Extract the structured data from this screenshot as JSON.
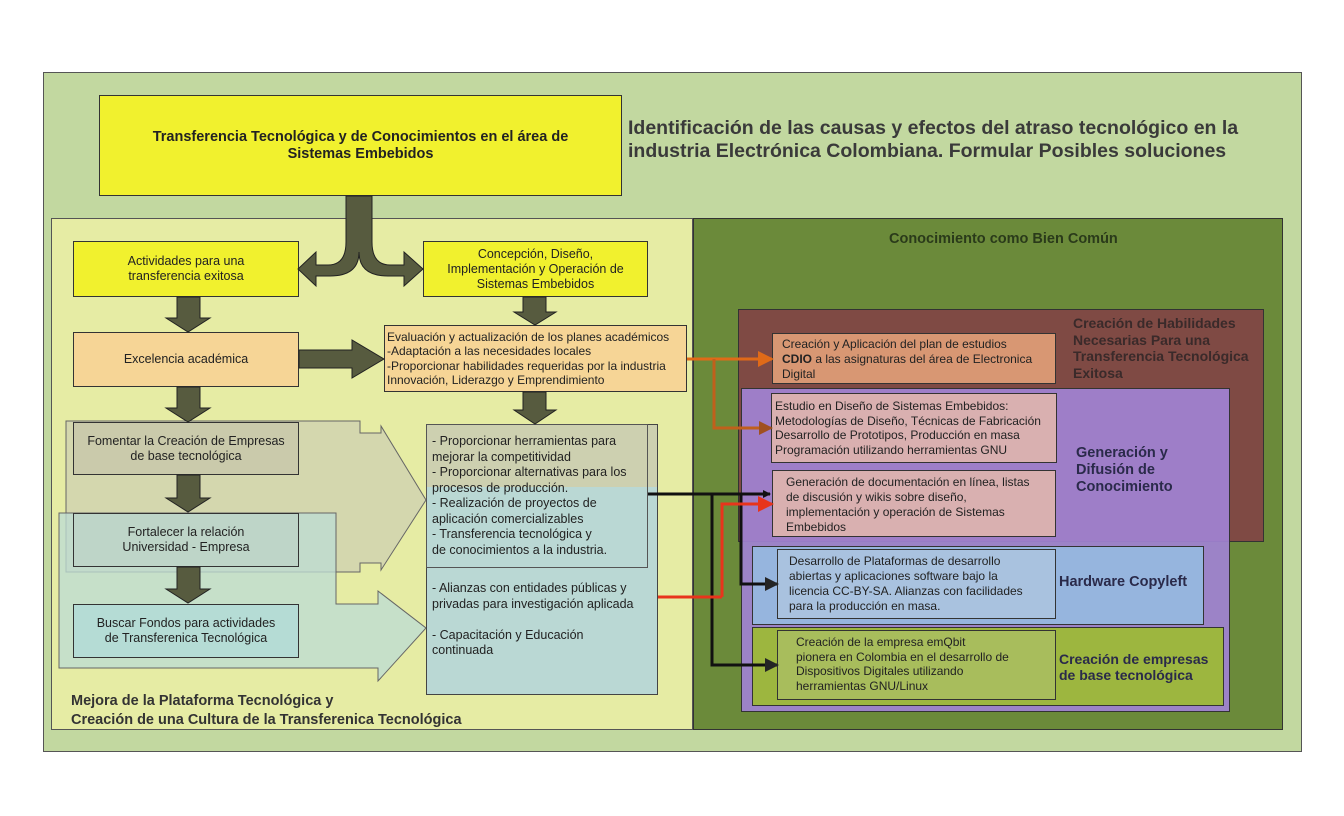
{
  "colors": {
    "outer_bg": "#c2d8a0",
    "left_panel_bg": "#e6eca4",
    "right_panel_bg": "#6b8a3a",
    "yellow_box": "#f1f12e",
    "peach_box": "#f6d596",
    "arrow_fill": "#575b3f",
    "red_orange_arrow": "#e8441c",
    "habilidades_bg": "#7f4a44",
    "generacion_bg": "#9a7ec6",
    "hardware_bg": "#96b5de",
    "empresas_bg": "#9db63f"
  },
  "main": {
    "top_box": "Transferencia Tecnológica y de Conocimientos en el área de\nSistemas Embebidos",
    "title": "Identificación de las causas y efectos del atraso tecnológico en la\nindustria Electrónica Colombiana. Formular Posibles soluciones"
  },
  "left_panel": {
    "actividades": "Actividades para una\ntransferencia exitosa",
    "concepcion": "Concepción, Diseño,\nImplementación y Operación de\nSistemas Embebidos",
    "excelencia": "Excelencia académica",
    "evaluacion": "Evaluación y actualización de los planes académicos\n  -Adaptación a las necesidades locales\n  -Proporcionar habilidades requeridas por la industria\n   Innovación, Liderazgo y Emprendimiento",
    "fomentar": "Fomentar la Creación de Empresas\nde base tecnológica",
    "fortalecer": "Fortalecer la relación\nUniversidad - Empresa",
    "buscar": "Buscar Fondos para actividades\nde Transferenica Tecnológica",
    "herramientas": "- Proporcionar herramientas para\n  mejorar la competitividad\n- Proporcionar alternativas para los\n  procesos de producción.\n- Realización de proyectos de\n  aplicación comercializables\n- Transferencia tecnológica y\n  de conocimientos a la industria.",
    "alianzas": "- Alianzas con entidades públicas y\n  privadas para investigación aplicada\n\n- Capacitación y Educación\n  continuada",
    "footer": "Mejora de la Plataforma Tecnológica y\nCreación de una Cultura de la Transferenica Tecnológica"
  },
  "right_panel": {
    "title": "Conocimiento como Bien Común",
    "habilidades_label": "Creación de Habilidades\nNecesarias Para una\nTransferencia Tecnológica\nExitosa",
    "cdio_prefix": "Creación y Aplicación del plan de estudios\n",
    "cdio_bold": "CDIO",
    "cdio_suffix": " a las asignaturas del área de Electronica\nDigital",
    "estudio": "Estudio en Diseño de Sistemas Embebidos:\nMetodologías de Diseño, Técnicas de Fabricación\nDesarrollo de Prototipos, Producción en masa\nProgramación utilizando herramientas GNU",
    "generacion_label": "Generación y\nDifusión de\nConocimiento",
    "documentacion": "Generación de documentación en línea, listas\nde discusión y wikis sobre diseño,\nimplementación y operación de Sistemas\nEmbebidos",
    "hardware_text": "Desarrollo de Plataformas de desarrollo\nabiertas y aplicaciones software bajo la\nlicencia CC-BY-SA. Alianzas con facilidades\n para la producción en masa.",
    "hardware_label": "Hardware Copyleft",
    "emqbit_text": "Creación de la empresa emQbit\npionera en Colombia en el desarrollo de\nDispositivos Digitales utilizando\nherramientas GNU/Linux",
    "empresas_label": "Creación de empresas\nde base tecnológica"
  }
}
